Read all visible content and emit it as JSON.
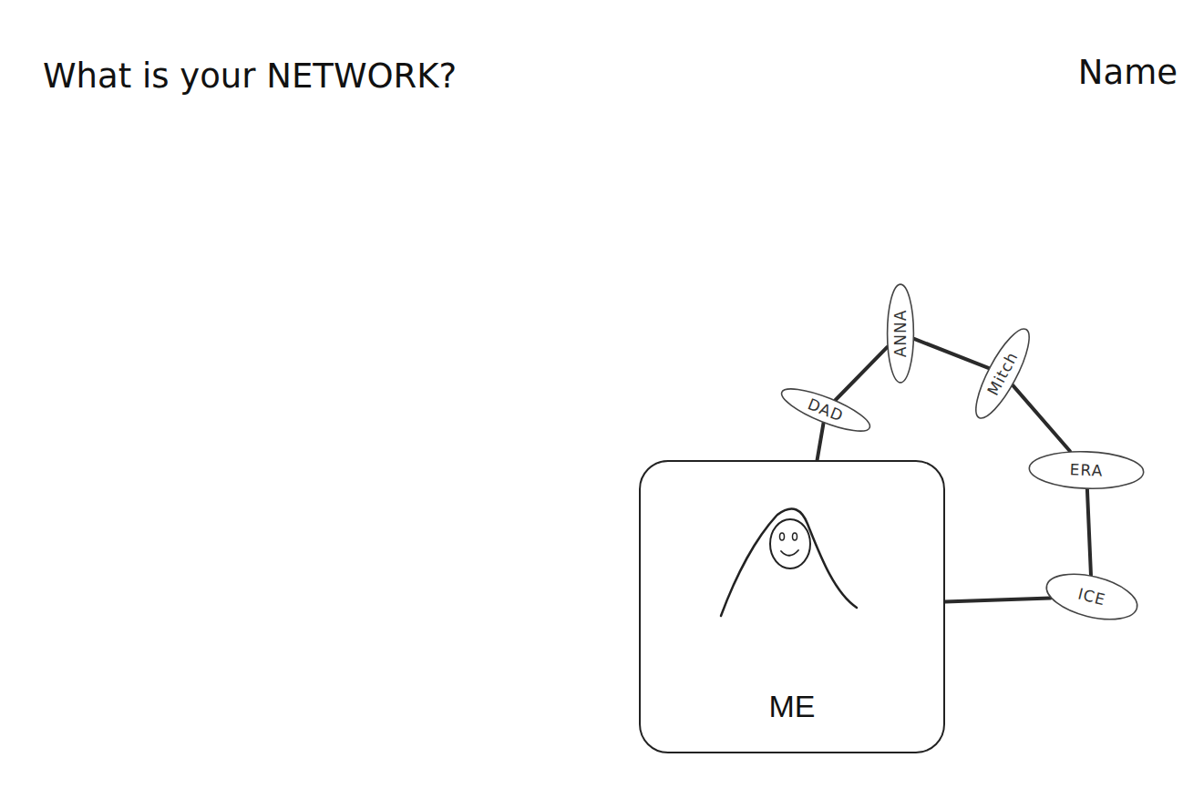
{
  "diagram": {
    "title": "What is your NETWORK?",
    "nodes": [
      {
        "text": [
          "ME"
        ]
      },
      {
        "text": [
          "DAD"
        ]
      },
      {
        "text": [
          "ANNA"
        ]
      },
      {
        "text": [
          "Mitch"
        ]
      },
      {
        "text": [
          "ERA"
        ]
      },
      {
        "text": [
          "ICE"
        ]
      }
    ],
    "edges": [
      {
        "from": 0,
        "to": 1,
        "arrow": "none"
      },
      {
        "from": 1,
        "to": 2,
        "arrow": "none"
      },
      {
        "from": 2,
        "to": 3,
        "arrow": "none"
      },
      {
        "from": 3,
        "to": 4,
        "arrow": "none"
      },
      {
        "from": 4,
        "to": 5,
        "arrow": "none"
      },
      {
        "from": 5,
        "to": 0,
        "arrow": "none"
      }
    ],
    "labels": [
      "Name"
    ]
  }
}
